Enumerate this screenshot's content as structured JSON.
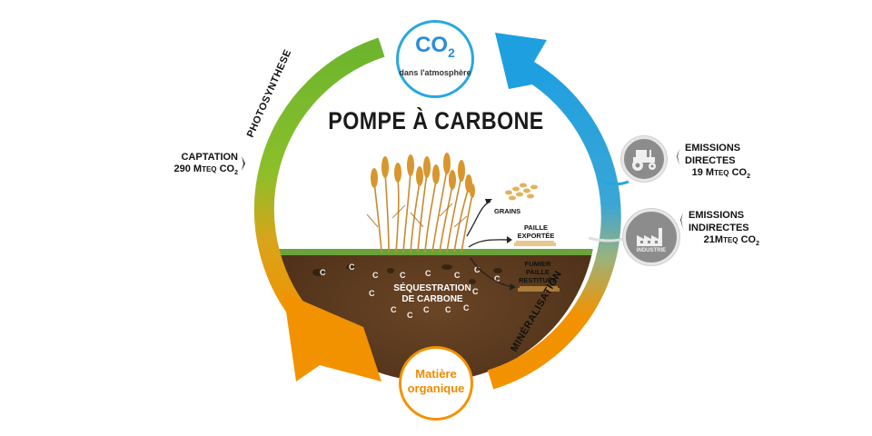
{
  "title": "POMPE À CARBONE",
  "atmosphere": {
    "co2_label": "CO",
    "co2_sub": "2",
    "caption": "dans l'atmosphère"
  },
  "organic": {
    "line1": "Matière",
    "line2": "organique"
  },
  "arcs": {
    "left": "PHOTOSYNTHESE",
    "right": "MINÉRALISATION"
  },
  "captation": {
    "label": "CAPTATION",
    "value": "290 M",
    "unit": "TEQ",
    "gas": "CO",
    "gas_sub": "2"
  },
  "emissions_directes": {
    "line1": "EMISSIONS",
    "line2": "DIRECTES",
    "value": "19 M",
    "unit": "TEQ",
    "gas": "CO",
    "gas_sub": "2"
  },
  "emissions_indirectes": {
    "line1": "EMISSIONS",
    "line2": "INDIRECTES",
    "value": "21M",
    "unit": "TEQ",
    "gas": "CO",
    "gas_sub": "2"
  },
  "industrie": "INDUSTRIE",
  "plant": {
    "grains": "GRAINS",
    "paille1": "PAILLE",
    "paille2": "EXPORTÉE",
    "fumier1": "FUMIER",
    "fumier2": "PAILLE",
    "fumier3": "RESTITUÉE"
  },
  "soil": {
    "line1": "SÉQUESTRATION",
    "line2": "DE CARBONE",
    "c": "C"
  },
  "colors": {
    "green": "#7ab929",
    "orange": "#f39200",
    "blue": "#29a6de",
    "soil": "#5a3a1e",
    "grass": "#6aa33a"
  },
  "icons": {
    "tractor": "tractor-icon",
    "factory": "factory-icon"
  }
}
